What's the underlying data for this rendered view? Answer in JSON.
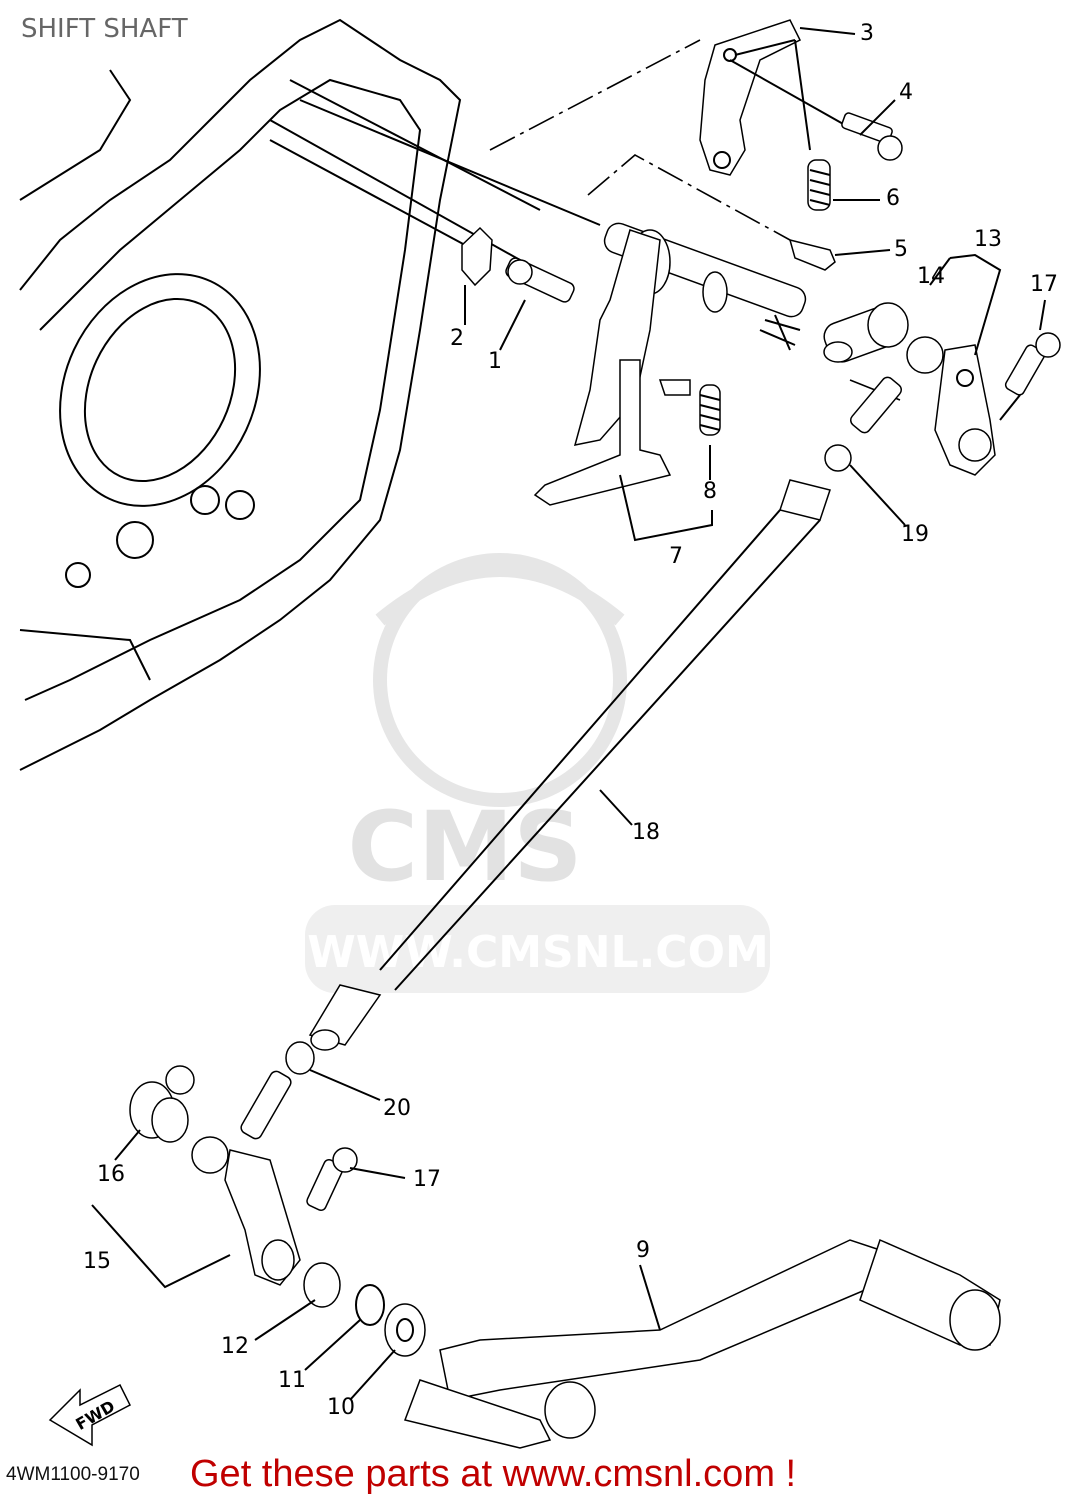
{
  "title": "SHIFT SHAFT",
  "diagram_code": "4WM1100-9170",
  "promo_text": "Get these parts at www.cmsnl.com !",
  "watermark": {
    "logo_text": "CMS",
    "url_text": "WWW.CMSNL.COM"
  },
  "fwd_label": "FWD",
  "callouts": [
    {
      "label": "1"
    },
    {
      "label": "2"
    },
    {
      "label": "3"
    },
    {
      "label": "4"
    },
    {
      "label": "5"
    },
    {
      "label": "6"
    },
    {
      "label": "7"
    },
    {
      "label": "8"
    },
    {
      "label": "9"
    },
    {
      "label": "10"
    },
    {
      "label": "11"
    },
    {
      "label": "12"
    },
    {
      "label": "13"
    },
    {
      "label": "14"
    },
    {
      "label": "15"
    },
    {
      "label": "16"
    },
    {
      "label": "17"
    },
    {
      "label": "17"
    },
    {
      "label": "18"
    },
    {
      "label": "19"
    },
    {
      "label": "20"
    }
  ]
}
